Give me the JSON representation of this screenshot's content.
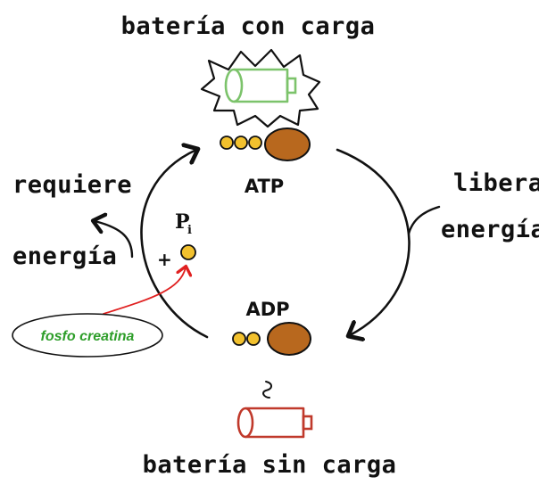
{
  "labels": {
    "top": "batería con carga",
    "bottom": "batería sin carga",
    "left_top": "requiere",
    "left_bottom": "energía",
    "right_top": "libera",
    "right_bottom": "energía",
    "atp": "ATP",
    "adp": "ADP",
    "pi": "P",
    "pi_sub": "i",
    "plus": "+",
    "creatina": "fosfo creatina",
    "squiggle": "ς"
  },
  "colors": {
    "charged_battery": "#7cc36b",
    "empty_battery": "#c0392b",
    "phosphate": "#f2c12e",
    "adenosine": "#b8681e",
    "arrow_red": "#e02020",
    "text_green": "#2e9e2a",
    "ink": "#111111"
  },
  "icons": {
    "charged_battery": "battery-full-icon",
    "empty_battery": "battery-empty-icon",
    "burst": "starburst-icon"
  }
}
